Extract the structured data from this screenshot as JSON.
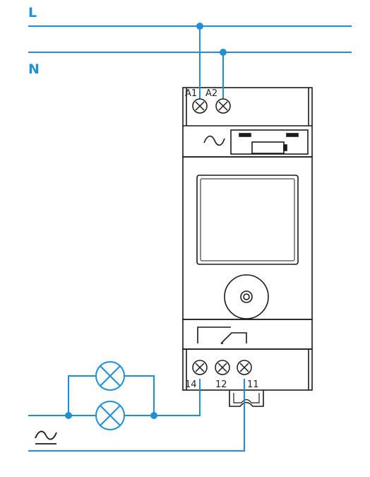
{
  "wiring": {
    "bus_line_label": "L",
    "bus_neutral_label": "N",
    "supply_symbol": "∼",
    "wire_color": "#1e90d6",
    "ink_color": "#1a1a1a",
    "label_color": "#1e90d6"
  },
  "device": {
    "supply_terminals": [
      {
        "label": "A1"
      },
      {
        "label": "A2"
      }
    ],
    "output_terminals": [
      {
        "label": "14"
      },
      {
        "label": "12"
      },
      {
        "label": "11"
      }
    ],
    "ac_symbol": "∼",
    "icons": [
      "ac-symbol-icon",
      "battery-icon",
      "display-screen",
      "rotary-knob-icon",
      "relay-contact-icon",
      "din-rail-clip-icon"
    ]
  },
  "loads": [
    {
      "icon": "lamp-icon"
    },
    {
      "icon": "lamp-icon"
    }
  ]
}
